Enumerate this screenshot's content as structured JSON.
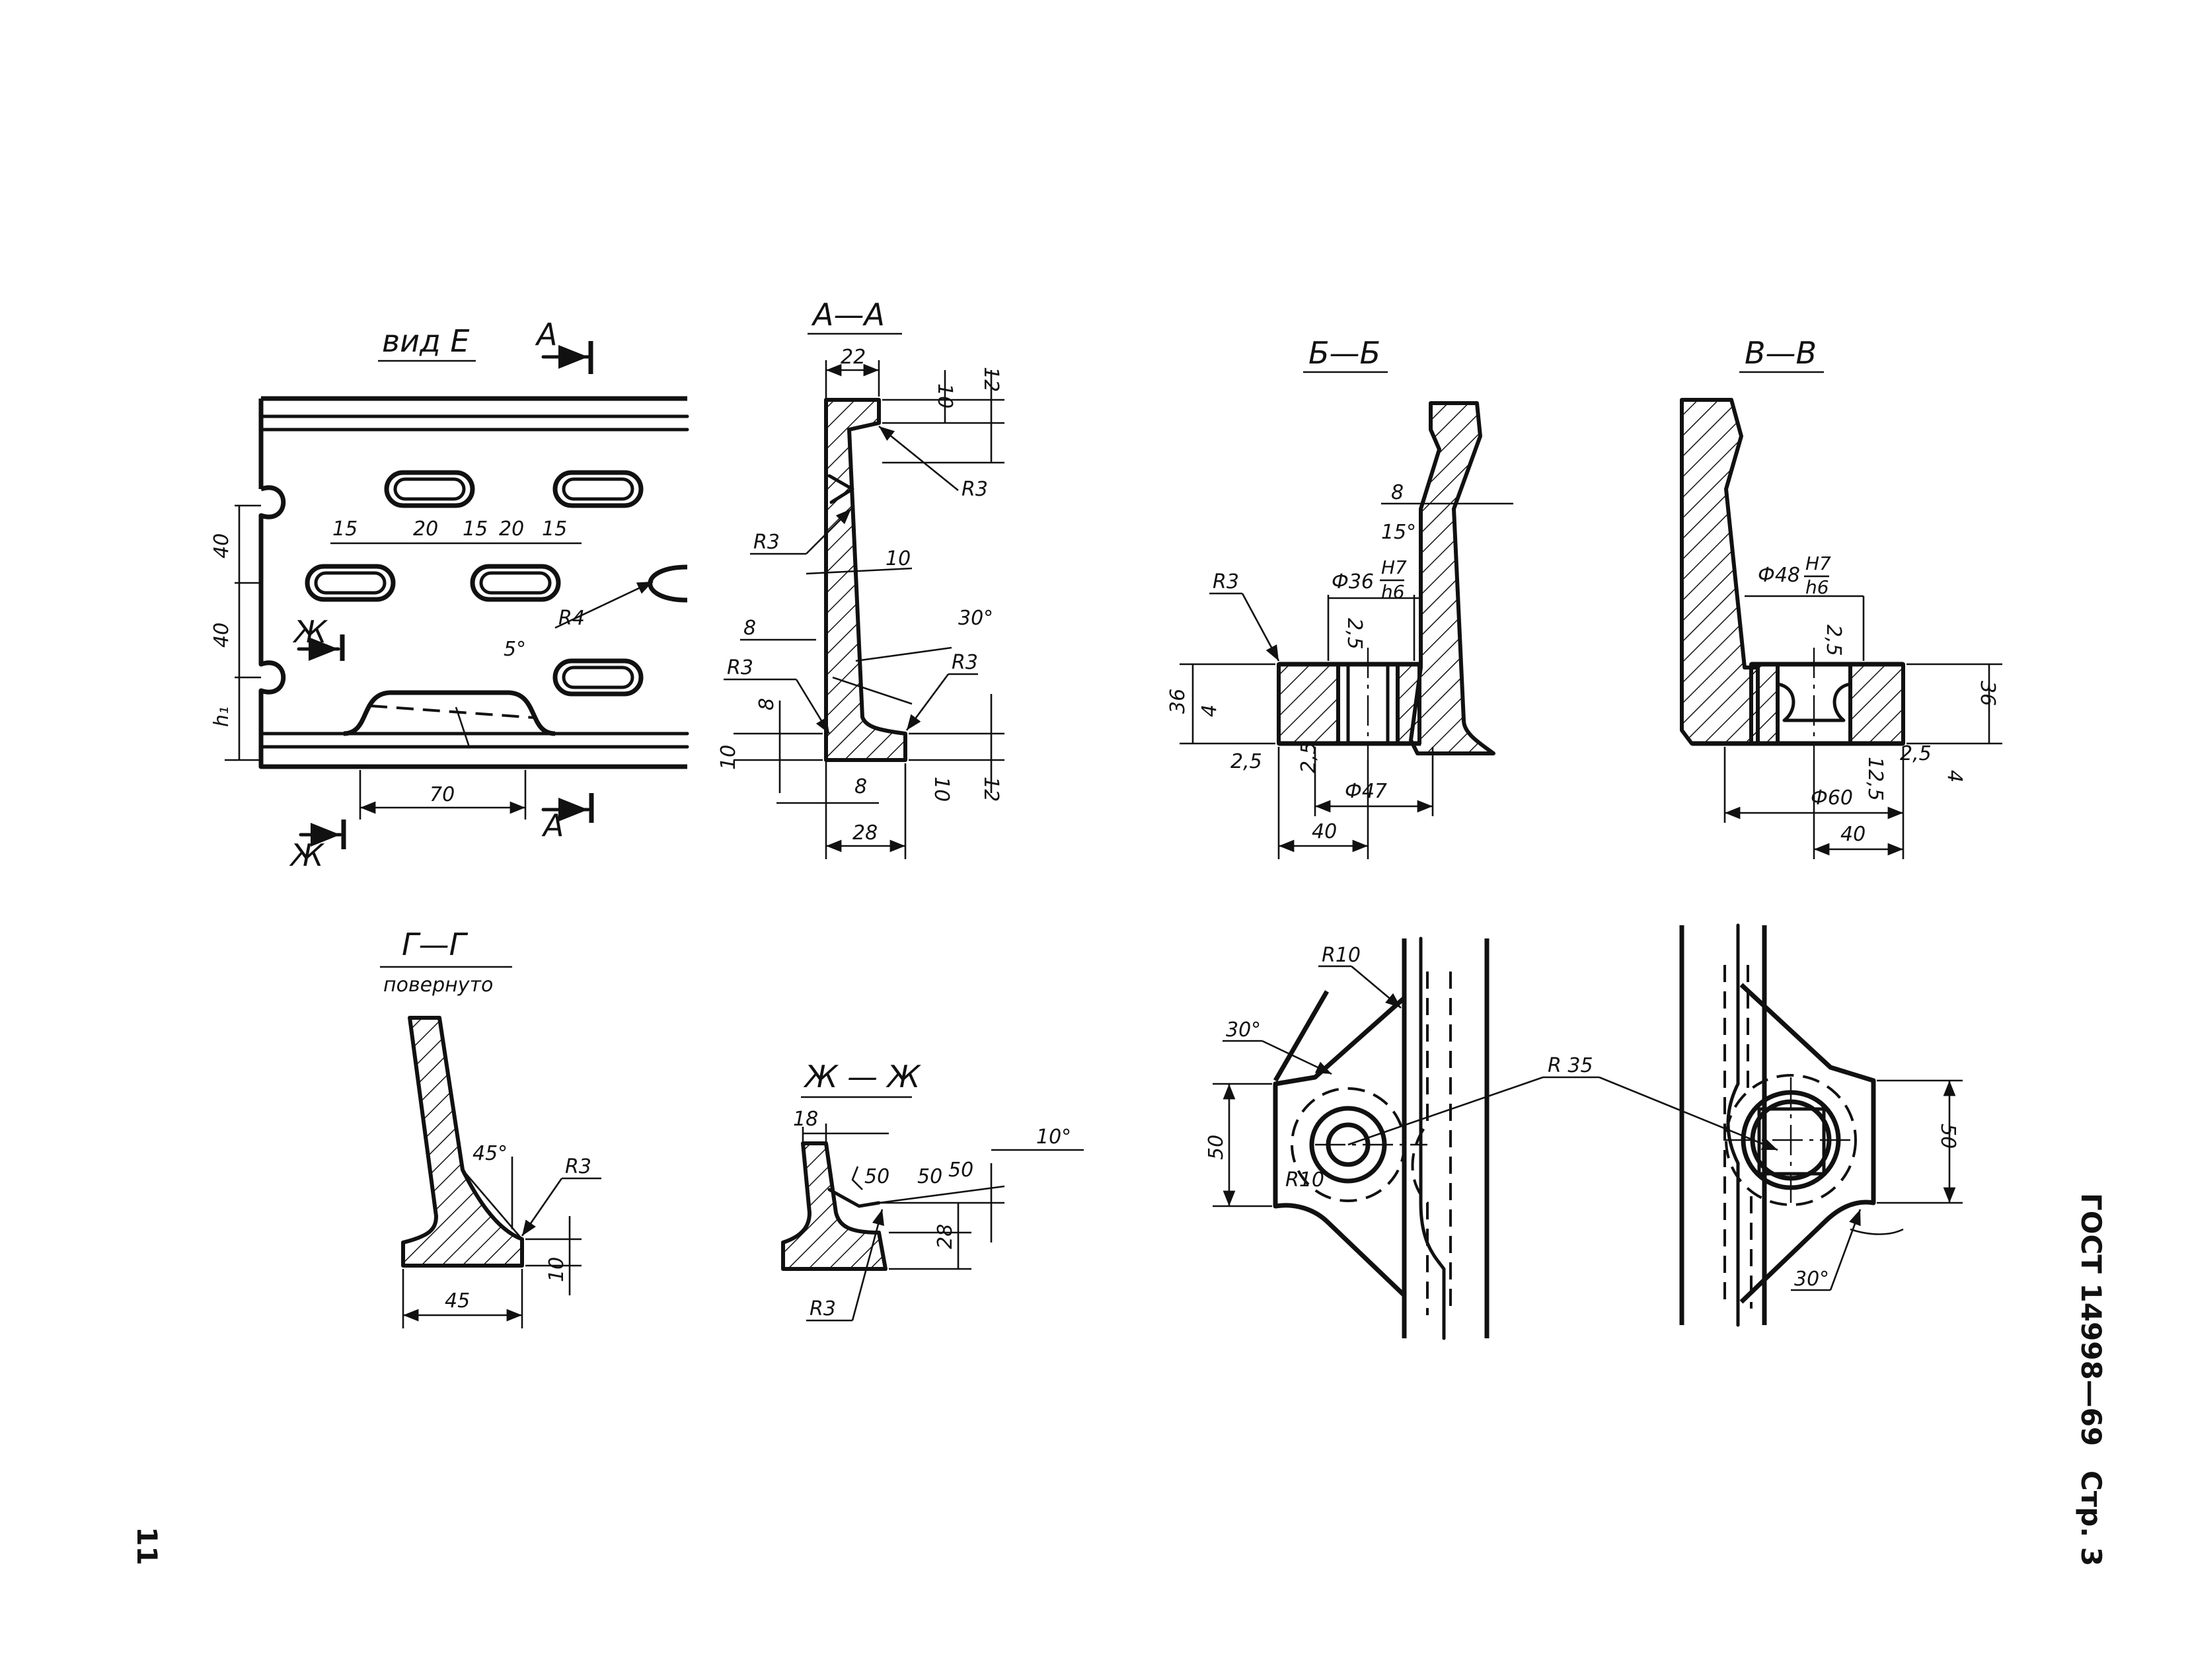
{
  "sheet": {
    "standard_number": "ГОСТ 14998—69",
    "sheet_label": "Стр. 3",
    "page_number": "11"
  },
  "view_e": {
    "title": "вид Е",
    "cut_a": "А",
    "cut_zh": "Ж",
    "dims": {
      "slot_len": "15",
      "pitch": "20",
      "row_gap_1": "40",
      "row_gap_2": "40",
      "height": "h₁",
      "bottom_width": "70",
      "angle": "5°",
      "radius": "R4"
    }
  },
  "section_aa": {
    "title": "А—А",
    "dims": {
      "top_width": "22",
      "top_h1": "10",
      "top_h2": "12",
      "r_top": "R3",
      "r_mid": "R3",
      "thickness": "10",
      "offset": "8",
      "angle": "30°",
      "r_low_left": "R3",
      "r_low_right": "R3",
      "step": "8",
      "base_h_left": "10",
      "inner_w": "8",
      "base_h_right": "10",
      "base_h_right2": "12",
      "base_width": "28"
    }
  },
  "section_bb": {
    "title": "Б—Б",
    "dims": {
      "offset": "8",
      "angle": "15°",
      "radius": "R3",
      "bore": "Ф36",
      "fit_hole": "H7",
      "fit_shaft": "h6",
      "chamfer_top": "2,5",
      "height": "36",
      "base_h": "4",
      "chamfer_side": "2,5",
      "chamfer_bottom": "2,5",
      "outer_dia": "Ф47",
      "width": "40"
    }
  },
  "section_vv": {
    "title": "В—В",
    "dims": {
      "bore": "Ф48",
      "fit_hole": "H7",
      "fit_shaft": "h6",
      "chamfer_top": "2,5",
      "height": "36",
      "chamfer_side": "2,5",
      "base_h": "4",
      "outer_dia": "Ф60",
      "step": "12,5",
      "width": "40"
    }
  },
  "section_gg": {
    "title": "Г—Г",
    "subtitle": "повернуто",
    "dims": {
      "angle": "45°",
      "radius": "R3",
      "width": "45",
      "height": "10"
    }
  },
  "section_zhzh": {
    "title": "Ж — Ж",
    "dims": {
      "width": "18",
      "rough_a": "50",
      "rough_b": "50",
      "rough_c": "50",
      "angle": "10°",
      "height": "28",
      "radius": "R3"
    }
  },
  "plan_left": {
    "dims": {
      "r_top": "R10",
      "angle": "30°",
      "height": "50",
      "r_low": "R10",
      "r_center": "R 35"
    }
  },
  "plan_right": {
    "dims": {
      "height": "50",
      "angle": "30°"
    }
  }
}
